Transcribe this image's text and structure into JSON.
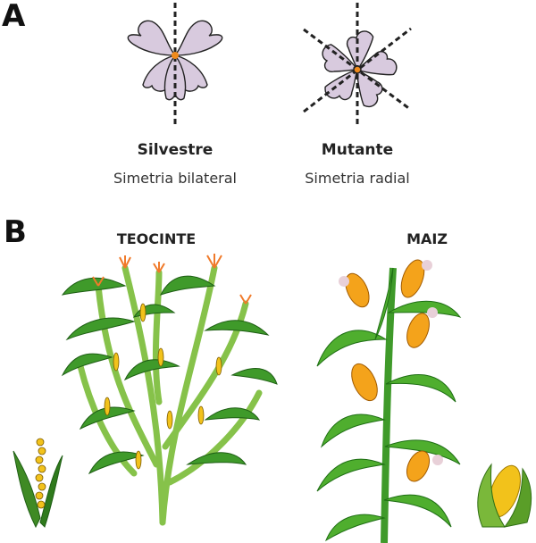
{
  "panel_a": {
    "letter": "A",
    "wild": {
      "name": "Silvestre",
      "symmetry": "Simetria bilateral"
    },
    "mutant": {
      "name": "Mutante",
      "symmetry": "Simetria radial"
    }
  },
  "panel_b": {
    "letter": "B",
    "teosinte_title": "TEOCINTE",
    "maize_title": "MAIZ"
  },
  "colors": {
    "petal": "#d8cade",
    "center": "#f08a1c",
    "leaf": "#3f9a2a",
    "stem": "#86c24a",
    "kernel": "#f2c21b"
  }
}
